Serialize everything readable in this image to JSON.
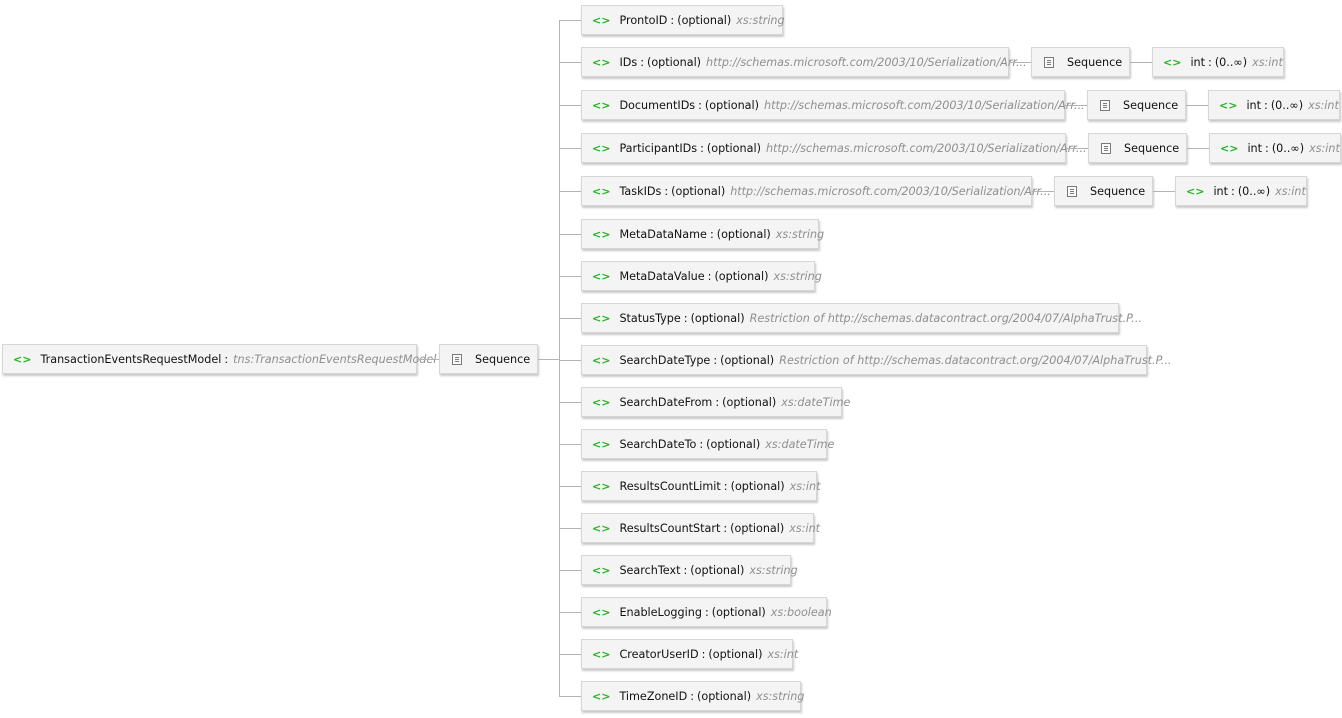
{
  "root": {
    "name": "TransactionEventsRequestModel",
    "separator": ":",
    "type": "tns:TransactionEventsRequestModel"
  },
  "sequence_label": "Sequence",
  "optional_label": "(optional)",
  "children": [
    {
      "name": "ProntoID",
      "type": "xs:string"
    },
    {
      "name": "IDs",
      "type": "http://schemas.microsoft.com/2003/10/Serialization/Arr...",
      "sub": {
        "sequence": "Sequence",
        "item": {
          "name": "int",
          "occurs": "(0..∞)",
          "type": "xs:int"
        }
      }
    },
    {
      "name": "DocumentIDs",
      "type": "http://schemas.microsoft.com/2003/10/Serialization/Arr...",
      "sub": {
        "sequence": "Sequence",
        "item": {
          "name": "int",
          "occurs": "(0..∞)",
          "type": "xs:int"
        }
      }
    },
    {
      "name": "ParticipantIDs",
      "type": "http://schemas.microsoft.com/2003/10/Serialization/Arr...",
      "sub": {
        "sequence": "Sequence",
        "item": {
          "name": "int",
          "occurs": "(0..∞)",
          "type": "xs:int"
        }
      }
    },
    {
      "name": "TaskIDs",
      "type": "http://schemas.microsoft.com/2003/10/Serialization/Arr...",
      "sub": {
        "sequence": "Sequence",
        "item": {
          "name": "int",
          "occurs": "(0..∞)",
          "type": "xs:int"
        }
      }
    },
    {
      "name": "MetaDataName",
      "type": "xs:string"
    },
    {
      "name": "MetaDataValue",
      "type": "xs:string"
    },
    {
      "name": "StatusType",
      "type": "Restriction of http://schemas.datacontract.org/2004/07/AlphaTrust.P..."
    },
    {
      "name": "SearchDateType",
      "type": "Restriction of http://schemas.datacontract.org/2004/07/AlphaTrust.P..."
    },
    {
      "name": "SearchDateFrom",
      "type": "xs:dateTime"
    },
    {
      "name": "SearchDateTo",
      "type": "xs:dateTime"
    },
    {
      "name": "ResultsCountLimit",
      "type": "xs:int"
    },
    {
      "name": "ResultsCountStart",
      "type": "xs:int"
    },
    {
      "name": "SearchText",
      "type": "xs:string"
    },
    {
      "name": "EnableLogging",
      "type": "xs:boolean"
    },
    {
      "name": "CreatorUserID",
      "type": "xs:int"
    },
    {
      "name": "TimeZoneID",
      "type": "xs:string"
    }
  ]
}
